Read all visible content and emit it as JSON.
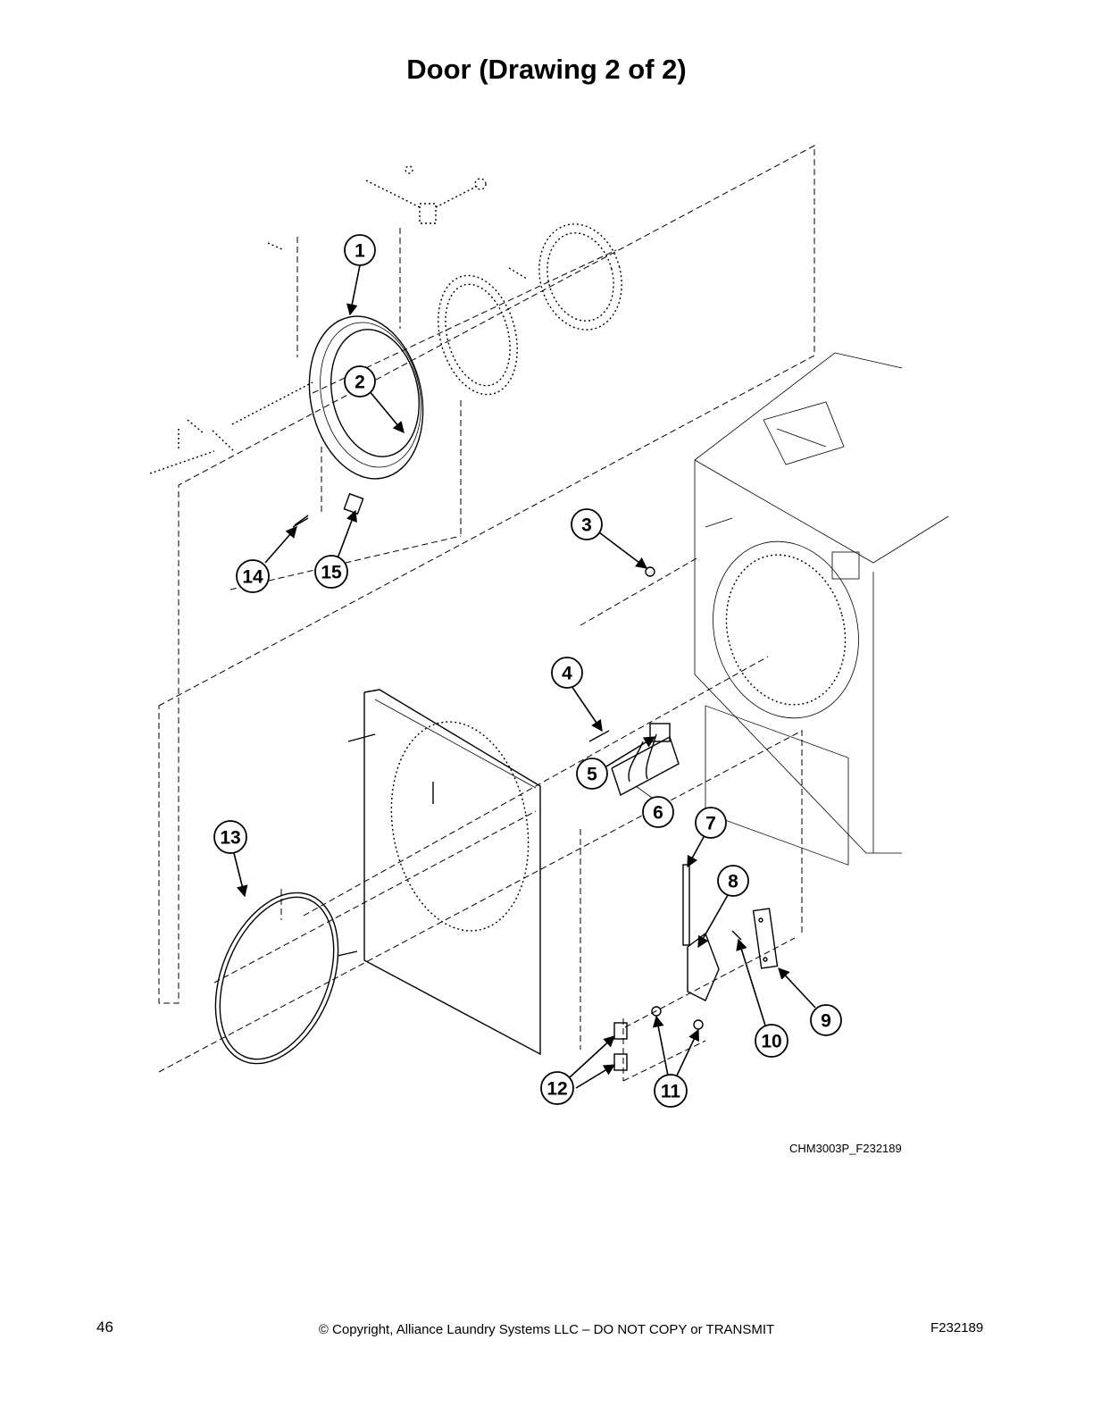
{
  "title": "Door (Drawing 2 of 2)",
  "drawing_code": "CHM3003P_F232189",
  "footer": {
    "page_number": "46",
    "copyright": "© Copyright, Alliance Laundry Systems LLC – DO NOT COPY or TRANSMIT",
    "doc_code": "F232189"
  },
  "callouts": [
    "1",
    "2",
    "3",
    "4",
    "5",
    "6",
    "7",
    "8",
    "9",
    "10",
    "11",
    "12",
    "13",
    "14",
    "15"
  ]
}
